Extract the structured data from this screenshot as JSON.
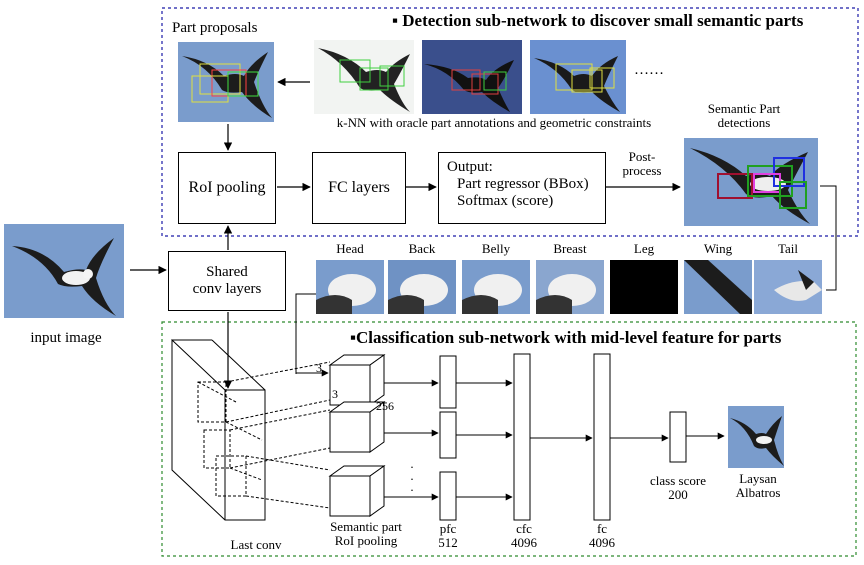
{
  "detection": {
    "title": "▪ Detection sub-network to discover small semantic parts",
    "part_proposals": "Part proposals",
    "knn_caption": "k-NN with oracle part annotations and geometric constraints",
    "ellipsis": "……",
    "semantic_detections": "Semantic Part\ndetections",
    "roi_pooling": "RoI pooling",
    "fc_layers": "FC layers",
    "output_title": "Output:",
    "output_line1": "Part regressor (BBox)",
    "output_line2": "Softmax (score)",
    "post_process": "Post-\nprocess"
  },
  "input": {
    "caption": "input image",
    "shared_conv": "Shared\nconv layers"
  },
  "parts": [
    "Head",
    "Back",
    "Belly",
    "Breast",
    "Leg",
    "Wing",
    "Tail"
  ],
  "classification": {
    "title": "▪Classification sub-network with mid-level feature for parts",
    "last_conv": "Last conv",
    "roi_pooling": "Semantic part\nRoI pooling",
    "k3a": "3",
    "k3b": "3",
    "k256": "256",
    "dots": ".\n.\n.",
    "pfc": "pfc\n512",
    "cfc": "cfc\n4096",
    "fc": "fc\n4096",
    "class_score": "class score\n200",
    "result": "Laysan\nAlbatros"
  },
  "colors": {
    "detection_border": "#1a1aa8",
    "classification_border": "#2e8b2e",
    "sky": "#7a9ccc"
  }
}
